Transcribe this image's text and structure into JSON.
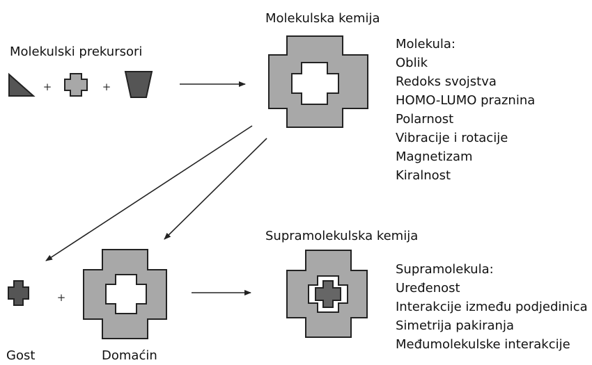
{
  "labels": {
    "precursors": "Molekulski prekursori",
    "molecular_chemistry": "Molekulska kemija",
    "supramolecular_chemistry": "Supramolekulska kemija",
    "guest": "Gost",
    "host": "Domaćin",
    "plus": "+"
  },
  "molecule_panel": {
    "heading": "Molekula:",
    "properties": [
      "Oblik",
      "Redoks svojstva",
      "HOMO-LUMO praznina",
      "Polarnost",
      "Vibracije i rotacije",
      "Magnetizam",
      "Kiralnost"
    ]
  },
  "supramolecule_panel": {
    "heading": "Supramolekula:",
    "properties": [
      "Uređenost",
      "Interakcije između podjedinica",
      "Simetrija pakiranja",
      "Međumolekulske interakcije"
    ]
  },
  "colors": {
    "light_gray": "#a8a8a8",
    "dark_gray": "#555555",
    "stroke": "#222222"
  }
}
